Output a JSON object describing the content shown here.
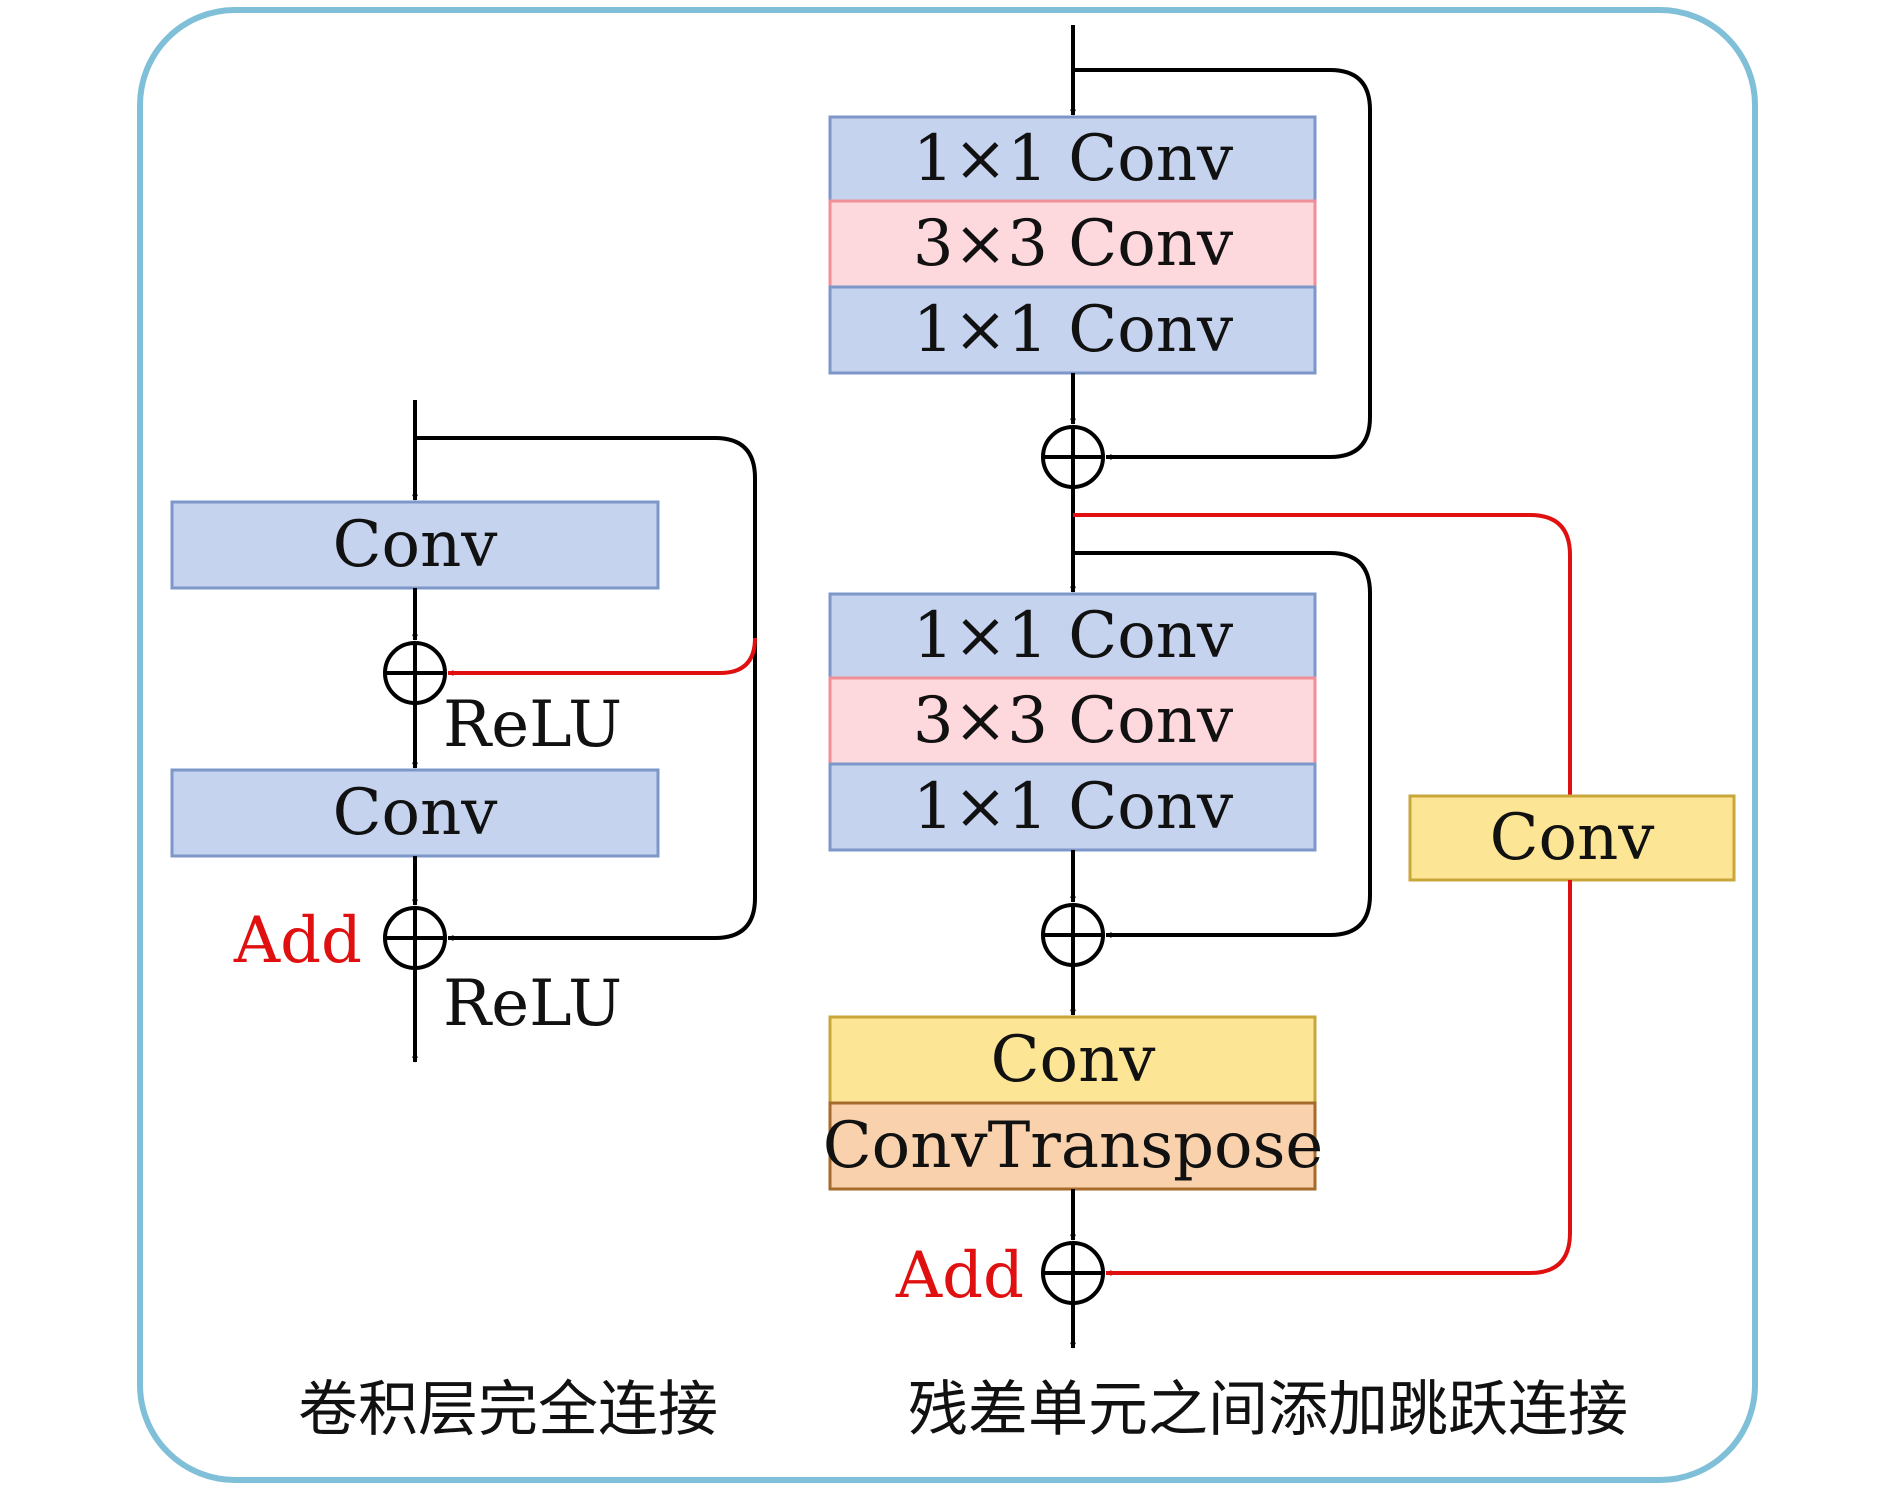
{
  "colors": {
    "frame": "#7fbfd8",
    "blue_fill": "#c5d3ee",
    "blue_stroke": "#7d97c9",
    "pink_fill": "#fdd8dc",
    "pink_stroke": "#f08f98",
    "yellow_fill": "#fde596",
    "yellow_stroke": "#c8a63a",
    "orange_fill": "#f9d2ad",
    "orange_stroke": "#a66a2a",
    "red_arrow": "#e01010"
  },
  "left": {
    "conv1": "Conv",
    "relu1": "ReLU",
    "conv2": "Conv",
    "add": "Add",
    "relu2": "ReLU",
    "caption": "卷积层完全连接"
  },
  "right": {
    "block1": [
      "1×1 Conv",
      "3×3 Conv",
      "1×1 Conv"
    ],
    "block2": [
      "1×1 Conv",
      "3×3 Conv",
      "1×1 Conv"
    ],
    "side_conv": "Conv",
    "conv": "Conv",
    "conv_transpose": "ConvTranspose",
    "add": "Add",
    "caption": "残差单元之间添加跳跃连接"
  }
}
